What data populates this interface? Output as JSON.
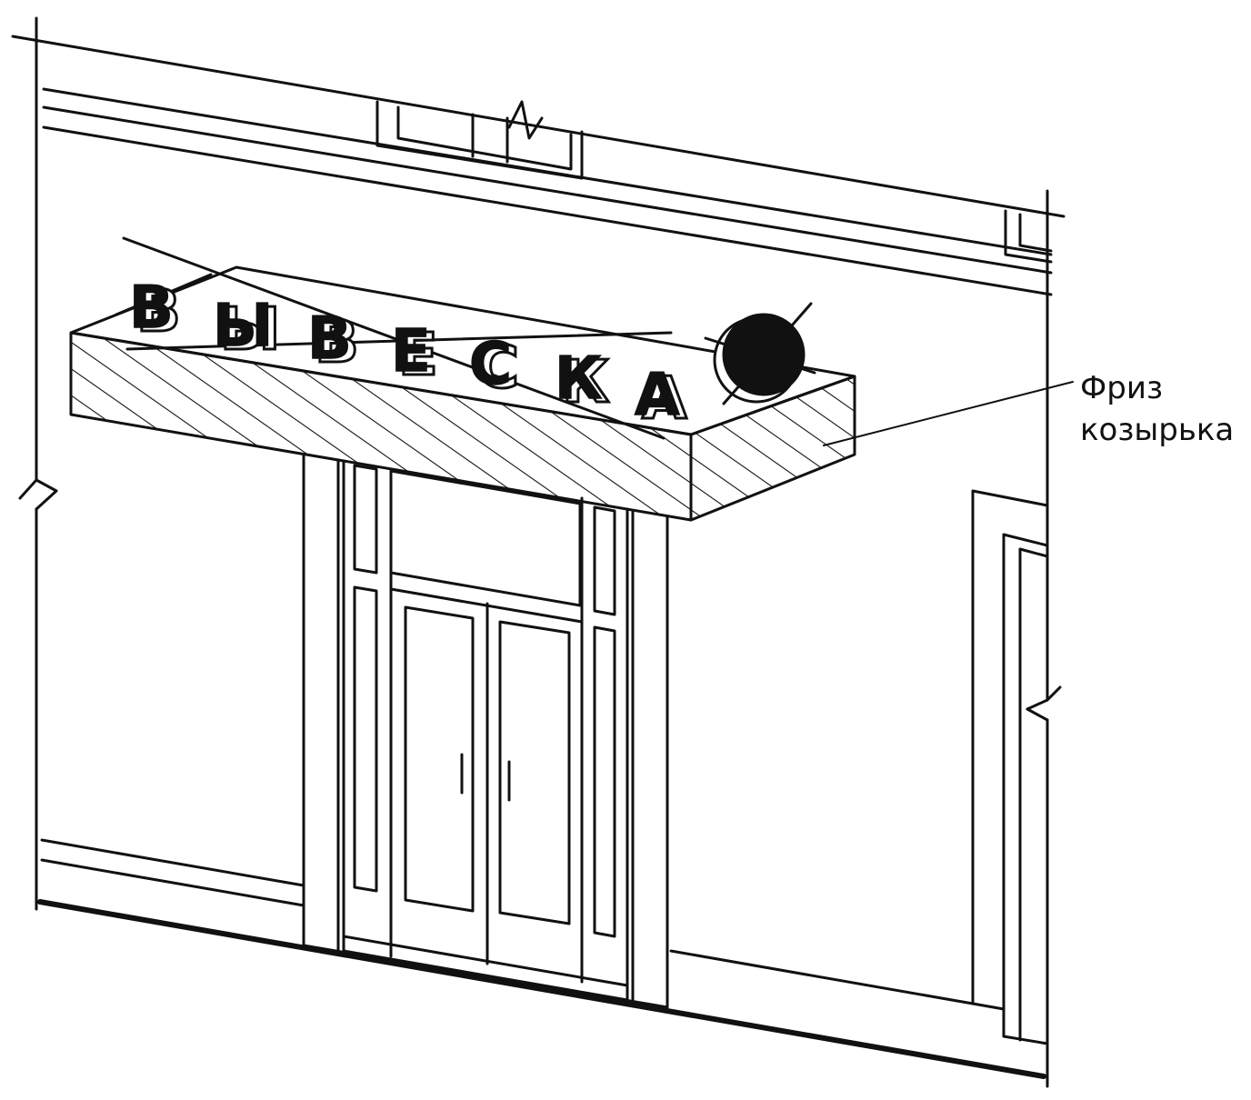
{
  "sign": {
    "letters": [
      "В",
      "Ы",
      "В",
      "Е",
      "С",
      "К",
      "А"
    ]
  },
  "callout": {
    "line1": "Фриз",
    "line2": "козырька"
  },
  "colors": {
    "ink": "#111111",
    "paper": "#ffffff"
  }
}
